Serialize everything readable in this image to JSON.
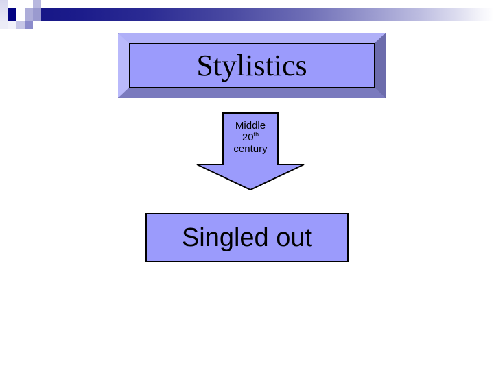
{
  "slide": {
    "background_color": "#ffffff",
    "decoration": {
      "name": "header-gradient-bar",
      "gradient_from": "#151585",
      "gradient_to": "#ffffff",
      "accent_square_color": "#030382"
    },
    "title": {
      "text": "Stylistics",
      "fill_color": "#9b9bfc",
      "bevel_light": "#b9b9fb",
      "bevel_dark": "#6c6cac",
      "text_color": "#000000"
    },
    "arrow": {
      "label_line1": "Middle",
      "label_line2_number": "20",
      "label_line2_suffix": "th",
      "label_line3": "century",
      "fill_color": "#9b9bfc",
      "outline_color": "#000000"
    },
    "result": {
      "text": "Singled out",
      "fill_color": "#9b9bfc",
      "outline_color": "#000000",
      "text_color": "#000000"
    }
  }
}
